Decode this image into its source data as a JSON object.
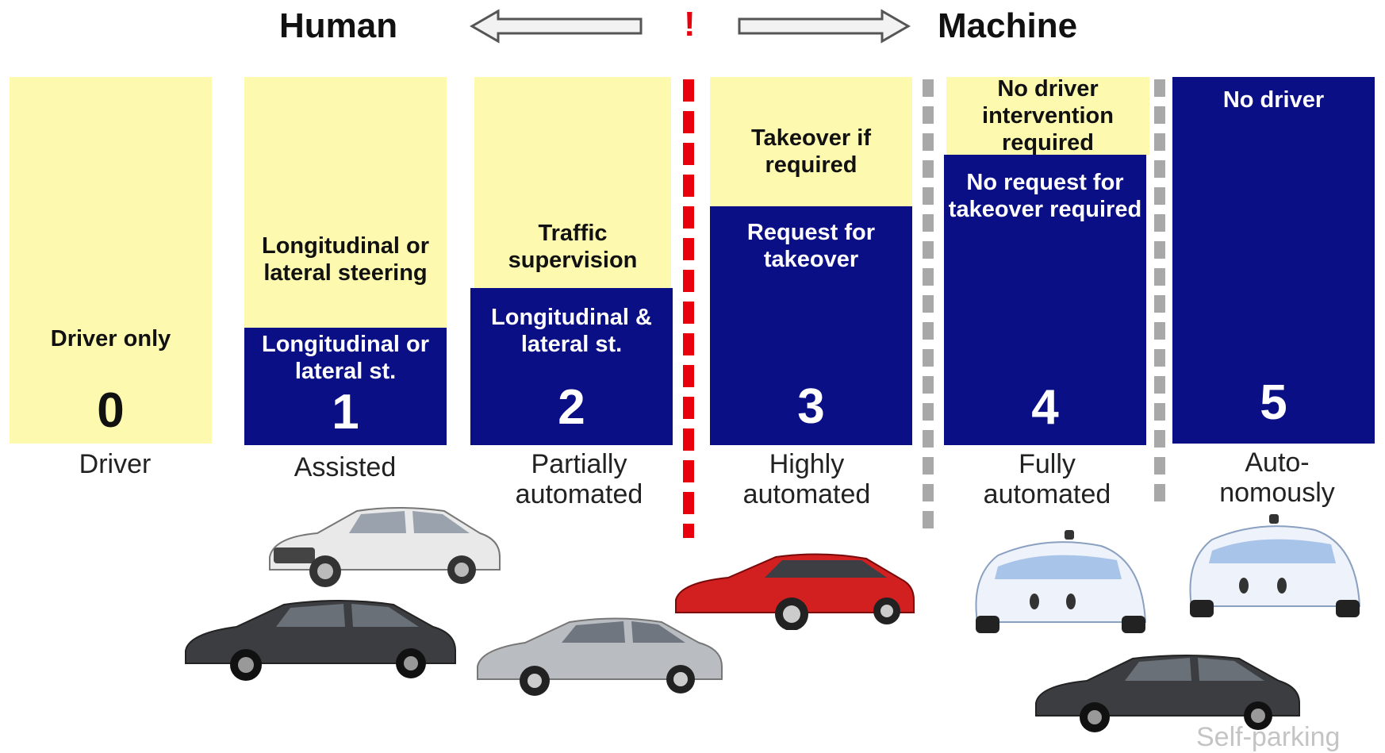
{
  "header": {
    "left": "Human",
    "right": "Machine",
    "warning": "!"
  },
  "levels": [
    {
      "number": "0",
      "top_text": "Driver only",
      "label1": "Driver",
      "label2": ""
    },
    {
      "number": "1",
      "top_text": "Longitudinal or lateral steering",
      "bottom_text": "Longitudinal or lateral st.",
      "label1": "Assisted",
      "label2": ""
    },
    {
      "number": "2",
      "top_text": "Traffic supervision",
      "bottom_text": "Longitudinal & lateral st.",
      "label1": "Partially",
      "label2": "automated"
    },
    {
      "number": "3",
      "top_text": "Takeover if required",
      "bottom_text": "Request for takeover",
      "label1": "Highly",
      "label2": "automated"
    },
    {
      "number": "4",
      "top_text": "No driver intervention required",
      "bottom_text": "No request for takeover required",
      "label1": "Fully",
      "label2": "automated"
    },
    {
      "number": "5",
      "bottom_text": "No driver",
      "label1": "Auto-",
      "label2": "nomously"
    }
  ],
  "footnote": "Self-parking",
  "colors": {
    "human": "#fdfab0",
    "machine": "#0b0f85",
    "divider_red": "#e8000c",
    "divider_gray": "#a8a8a8"
  }
}
